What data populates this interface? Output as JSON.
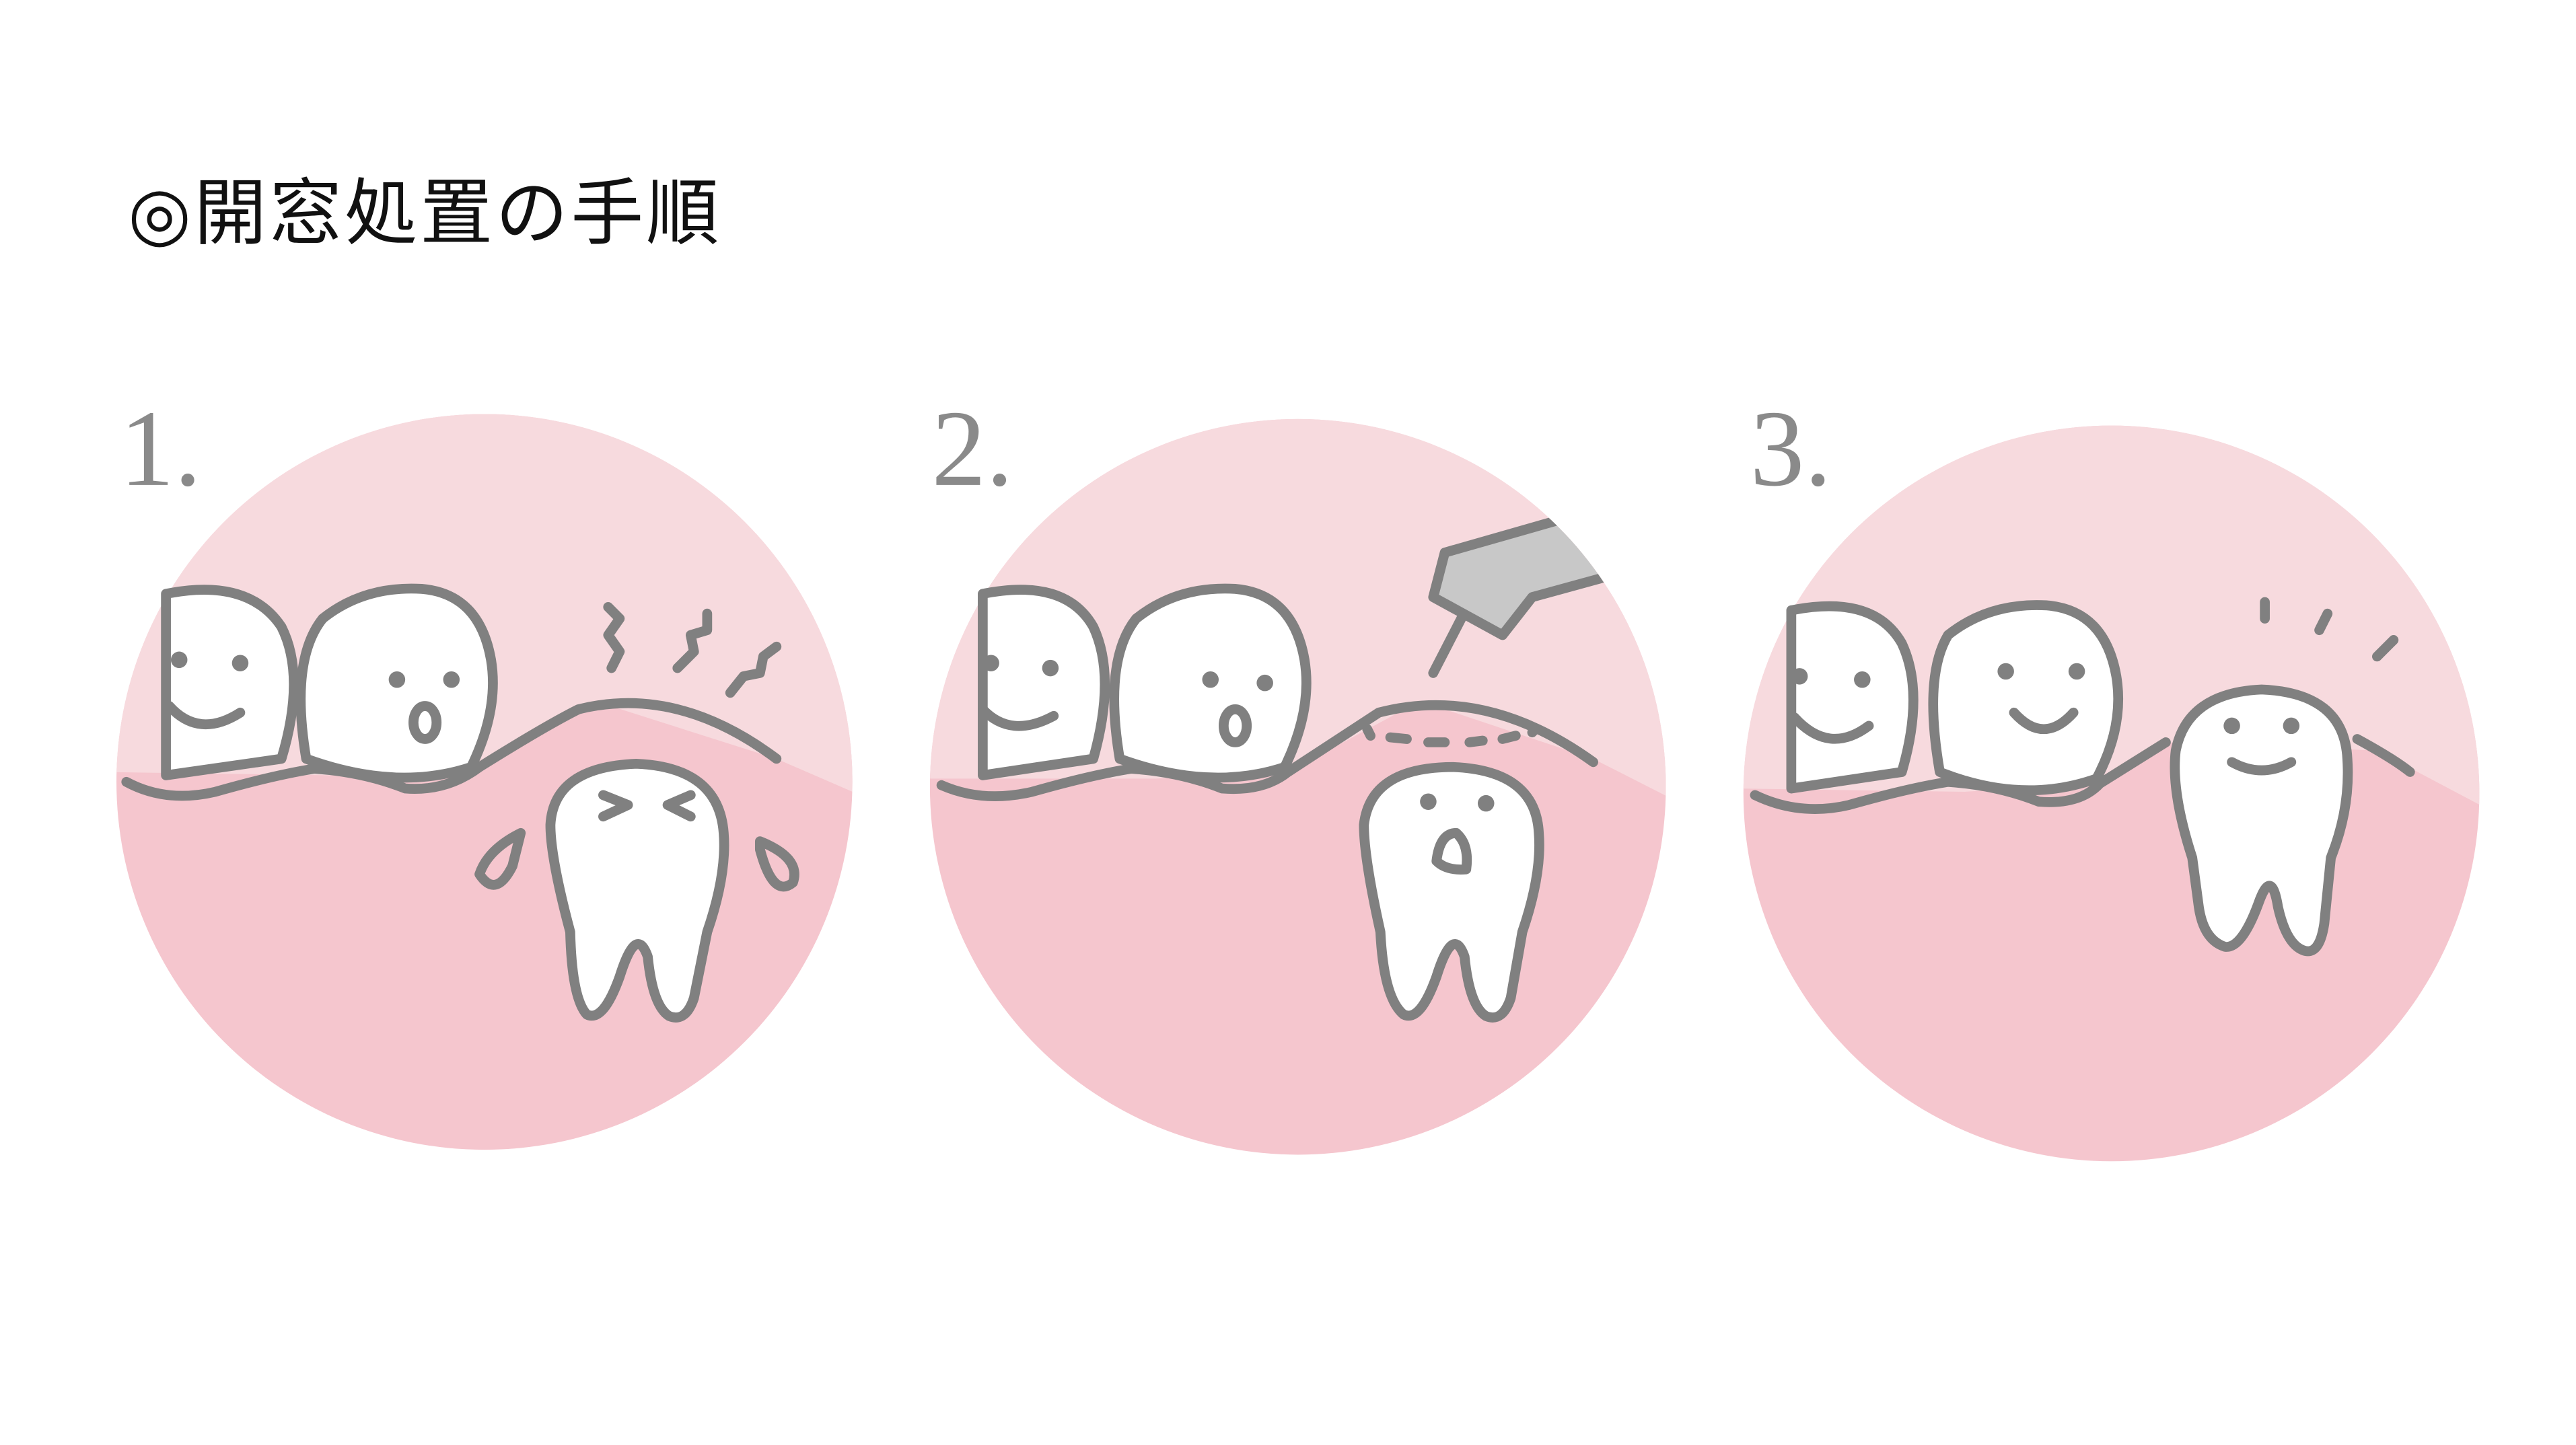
{
  "title": "◎開窓処置の手順",
  "steps": [
    {
      "number": "1."
    },
    {
      "number": "2."
    },
    {
      "number": "3."
    }
  ],
  "colors": {
    "gum_light": "#f7dade",
    "gum": "#f5c6ce",
    "line": "#808080",
    "tool": "#c8c8c8"
  }
}
